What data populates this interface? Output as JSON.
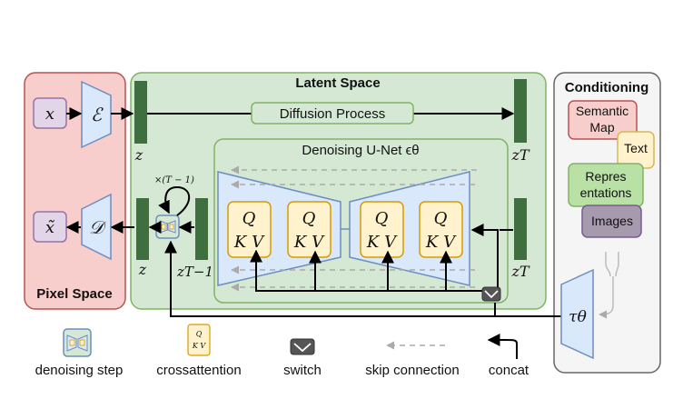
{
  "regions": {
    "pixel_space": "Pixel Space",
    "latent_space": "Latent Space",
    "conditioning": "Conditioning",
    "unet": "Denoising U-Net ϵθ"
  },
  "symbols": {
    "x": "x",
    "x_tilde": "x̃",
    "encoder": "ℰ",
    "decoder": "𝒟",
    "z_top": "z",
    "z_bottom": "z",
    "zT_top": "zT",
    "zT_bottom": "zT",
    "z_T_minus_1": "zT−1",
    "repeat": "×(T − 1)",
    "tau": "τθ"
  },
  "labels": {
    "diffusion": "Diffusion Process",
    "q": "Q",
    "kv": "K V"
  },
  "conditioning_items": {
    "semantic_1": "Semantic",
    "semantic_2": "Map",
    "text": "Text",
    "repr_1": "Repres",
    "repr_2": "entations",
    "images": "Images"
  },
  "legend": {
    "denoising": "denoising step",
    "crossattention": "crossattention",
    "switch": "switch",
    "skip": "skip connection",
    "concat": "concat"
  },
  "colors": {
    "pixel_fill": "#f8cecc",
    "pixel_stroke": "#b85450",
    "latent_fill": "#d5e8d4",
    "latent_stroke": "#82b366",
    "cond_fill": "#f5f5f5",
    "cond_stroke": "#666666",
    "block_fill": "#dae8fc",
    "block_stroke": "#6c8ebf",
    "attn_fill": "#fff2cc",
    "attn_stroke": "#d79b00",
    "latent_bar": "#3f6e3f",
    "input_fill": "#e1d5e7",
    "input_stroke": "#9673a6",
    "repr_fill": "#b9e0a5",
    "images_fill": "#a69aae",
    "images_stroke": "#7a5a94",
    "skip_color": "#aaaaaa"
  }
}
